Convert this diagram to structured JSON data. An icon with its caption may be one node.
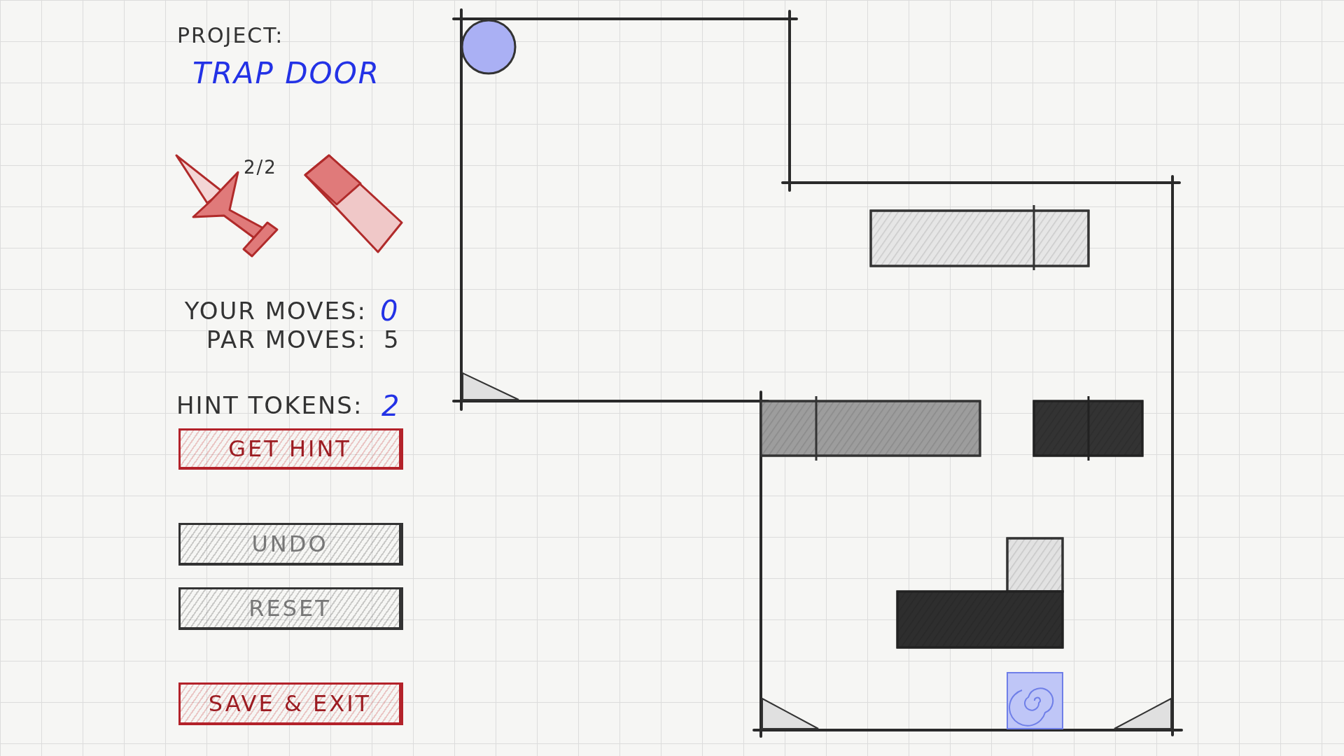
{
  "diagram": {
    "nodes": [
      {
        "text": [
          "GET HINT"
        ]
      },
      {
        "text": [
          "UNDO"
        ]
      },
      {
        "text": [
          "RESET"
        ]
      },
      {
        "text": [
          "SAVE & EXIT"
        ]
      }
    ],
    "labels": [
      "PROJECT:",
      "TRAP DOOR",
      "2/2",
      "YOUR MOVES:",
      "0",
      "PAR MOVES:",
      "5",
      "HINT TOKENS:",
      "2"
    ]
  }
}
